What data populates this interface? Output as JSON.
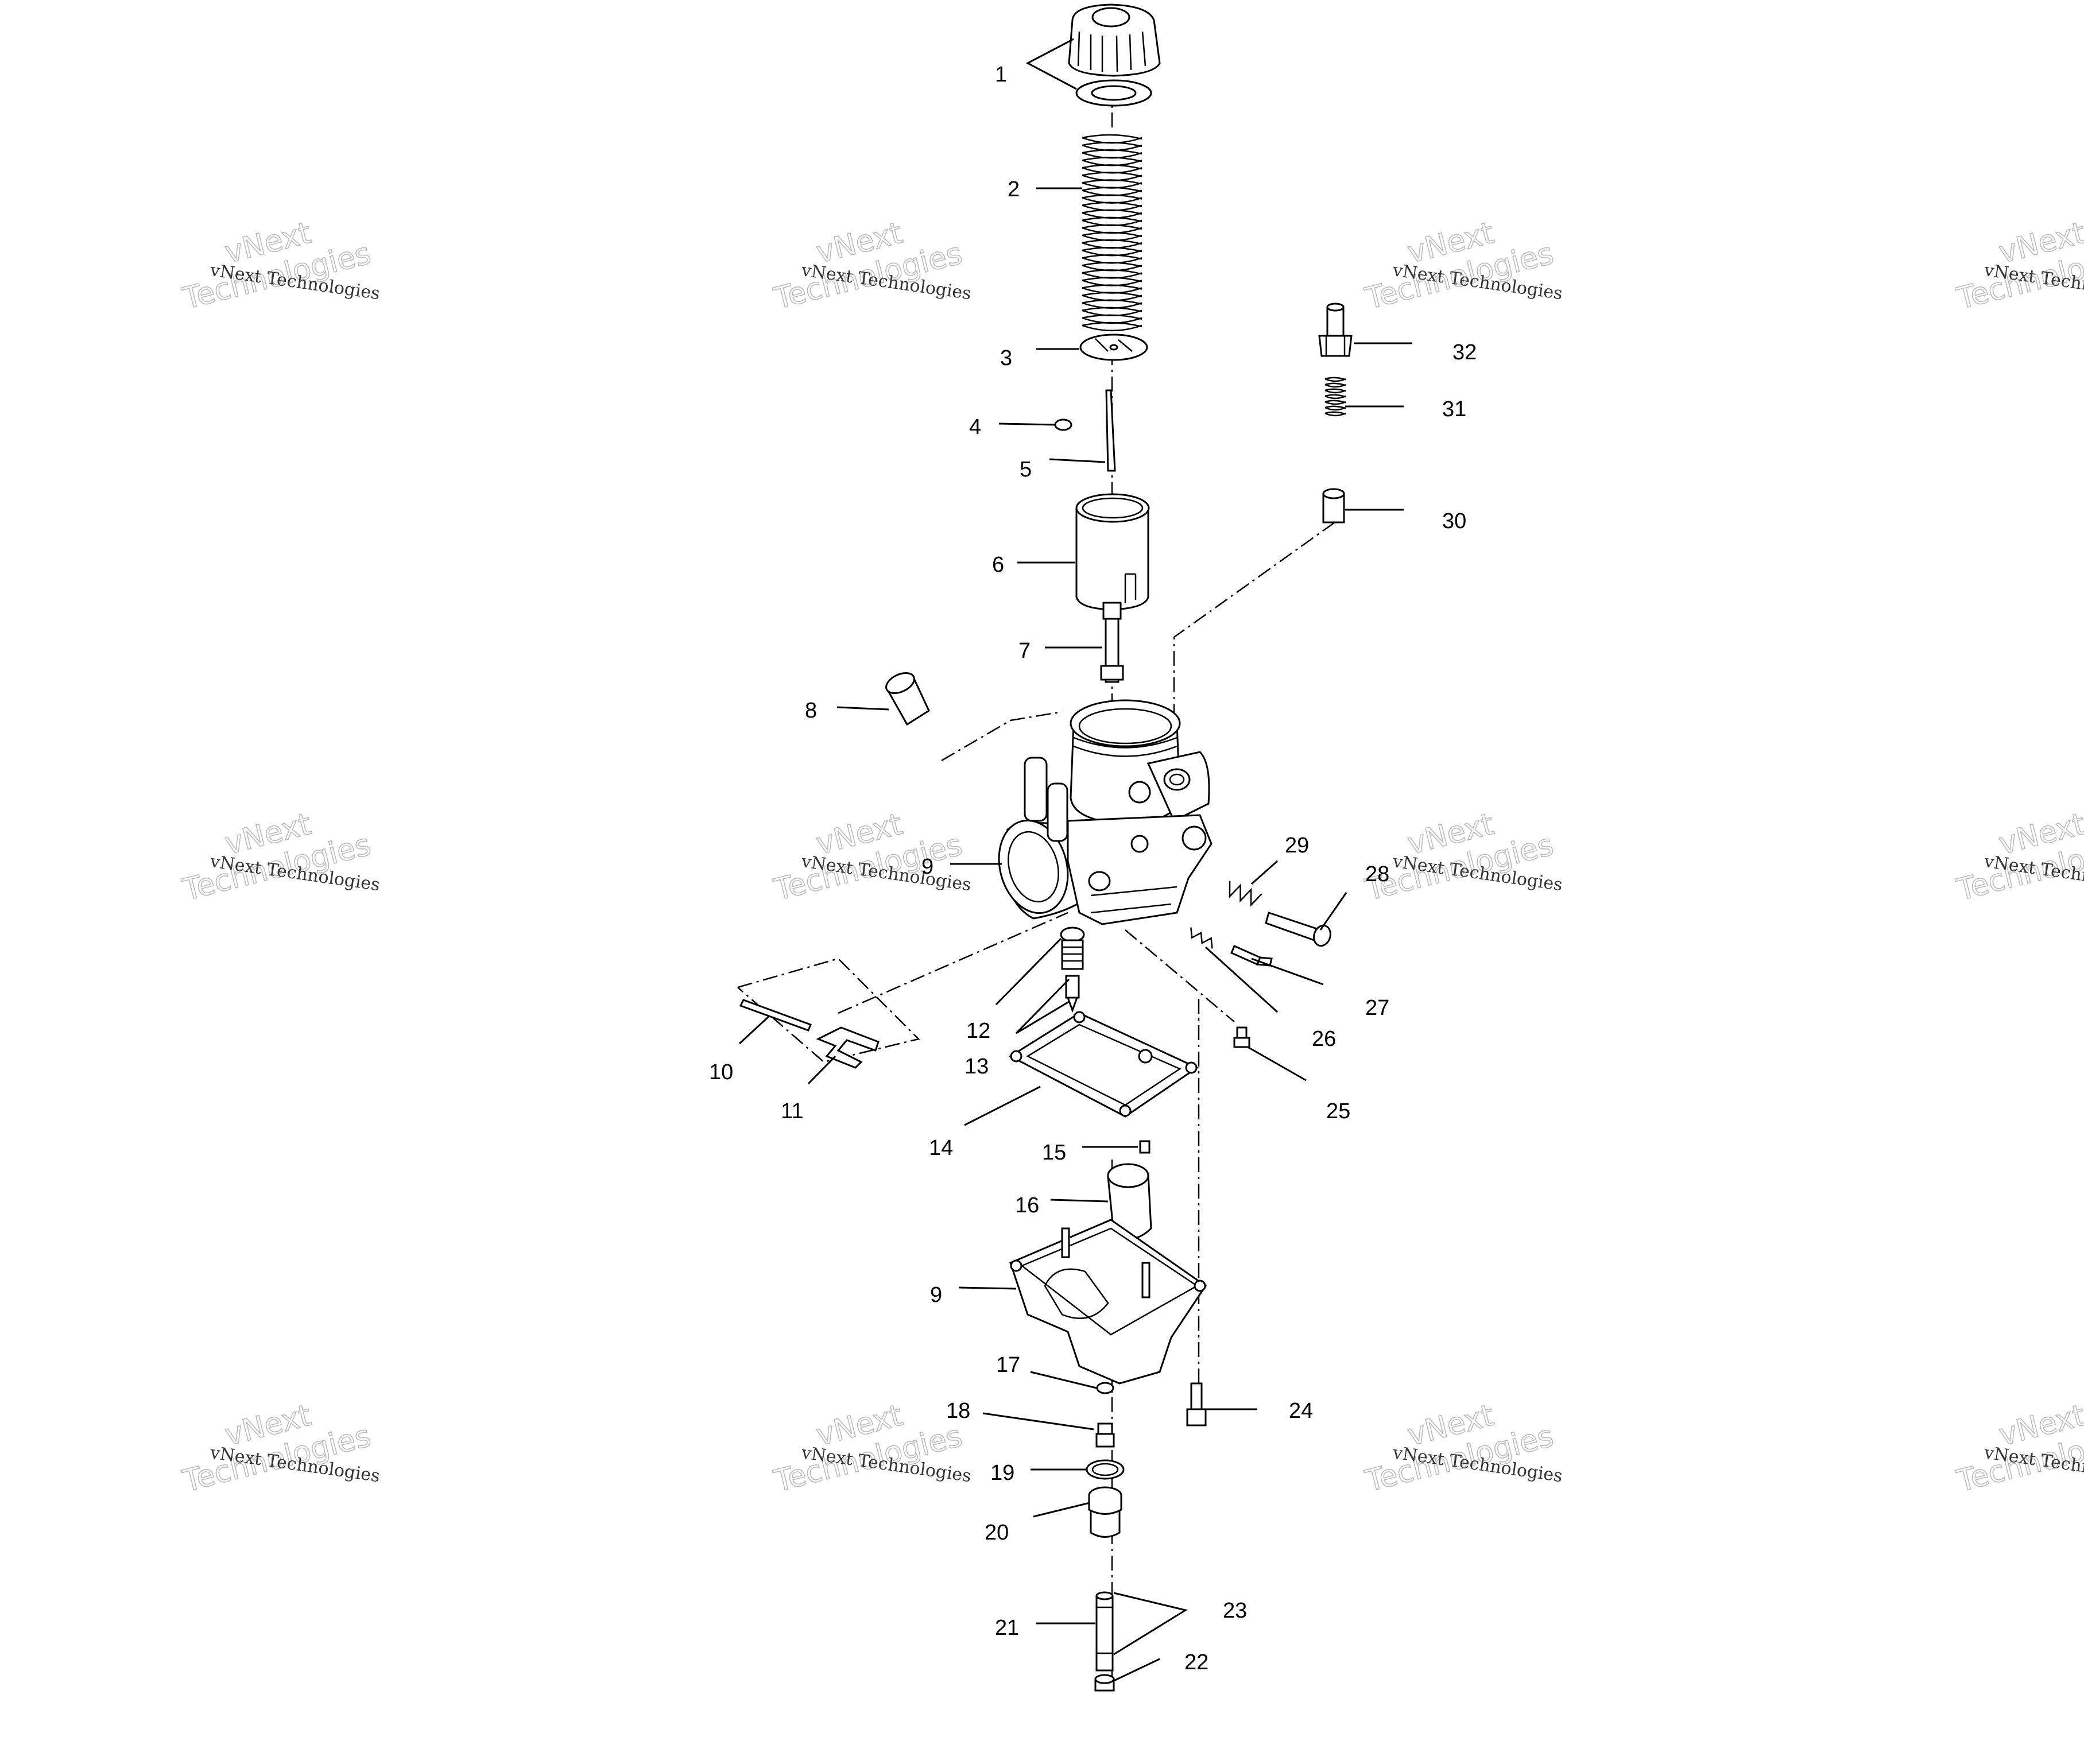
{
  "watermark": {
    "line1": "vNext Technologies",
    "line2": "Technologies",
    "line3": "vNext"
  },
  "callouts": {
    "c1": "1",
    "c2": "2",
    "c3": "3",
    "c4": "4",
    "c5": "5",
    "c6": "6",
    "c7": "7",
    "c8": "8",
    "c9a": "9",
    "c9b": "9",
    "c10": "10",
    "c11": "11",
    "c12": "12",
    "c13": "13",
    "c14": "14",
    "c15": "15",
    "c16": "16",
    "c17": "17",
    "c18": "18",
    "c19": "19",
    "c20": "20",
    "c21": "21",
    "c22": "22",
    "c23": "23",
    "c24": "24",
    "c25": "25",
    "c26": "26",
    "c27": "27",
    "c28": "28",
    "c29": "29",
    "c30": "30",
    "c31": "31",
    "c32": "32"
  }
}
